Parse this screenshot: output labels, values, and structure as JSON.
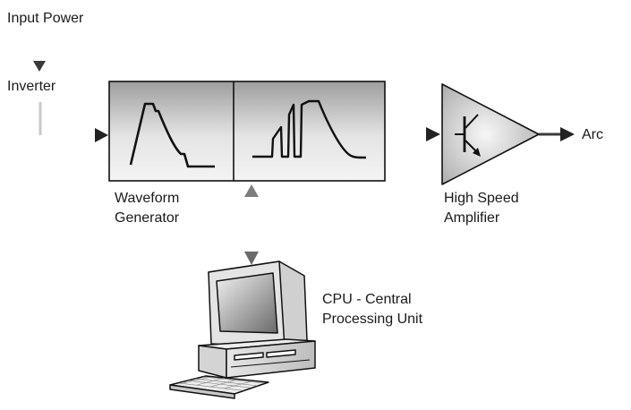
{
  "labels": {
    "input_power": "Input Power",
    "inverter": "Inverter",
    "waveform_generator_line1": "Waveform",
    "waveform_generator_line2": "Generator",
    "high_speed_line1": "High Speed",
    "high_speed_line2": "Amplifier",
    "arc": "Arc",
    "cpu_line1": "CPU - Central",
    "cpu_line2": "Processing Unit"
  },
  "colors": {
    "arrow_dark": "#3a3a3a",
    "block_light": "#f0f0f0",
    "block_dark": "#a8a8a8",
    "stroke": "#111111",
    "dashed_link": "#9a9a9a"
  },
  "icons": {
    "transistor": "transistor-icon",
    "computer": "computer-icon"
  }
}
